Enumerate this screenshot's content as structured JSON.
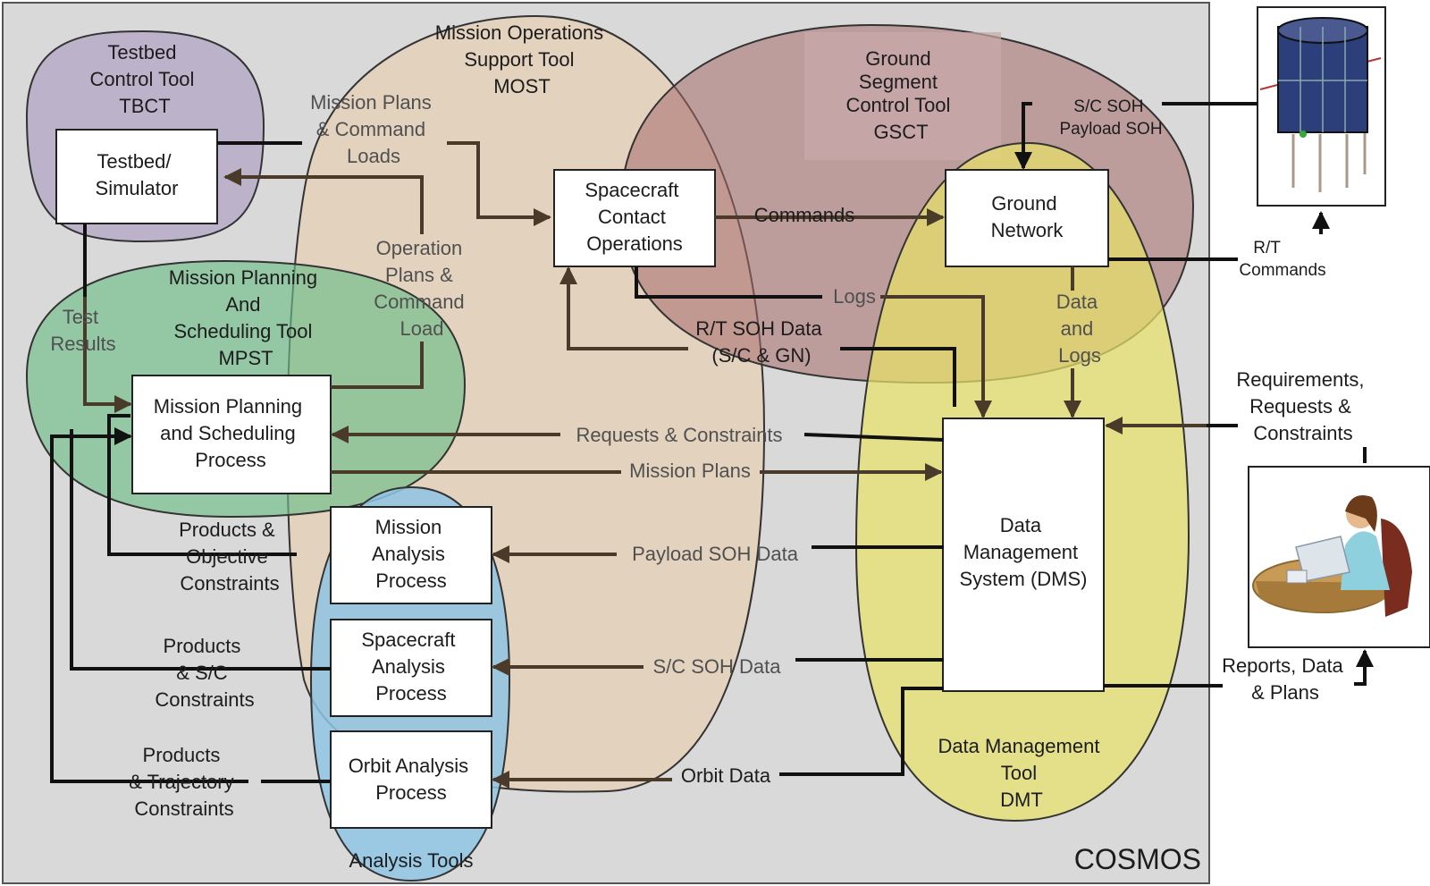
{
  "frame": {
    "label": "COSMOS"
  },
  "tools": {
    "tbct": [
      "Testbed",
      "Control Tool",
      "TBCT"
    ],
    "most": [
      "Mission Operations",
      "Support Tool",
      "MOST"
    ],
    "gsct": [
      "Ground",
      "Segment",
      "Control Tool",
      "GSCT"
    ],
    "mpst": [
      "Mission Planning",
      "And",
      "Scheduling Tool",
      "MPST"
    ],
    "analysis": [
      "Analysis Tools"
    ],
    "dmt": [
      "Data Management",
      "Tool",
      "DMT"
    ]
  },
  "processes": {
    "testbed_sim": [
      "Testbed/",
      "Simulator"
    ],
    "sc_contact": [
      "Spacecraft",
      "Contact",
      "Operations"
    ],
    "ground_network": [
      "Ground",
      "Network"
    ],
    "mps_process": [
      "Mission Planning",
      "and Scheduling",
      "Process"
    ],
    "mission_analysis": [
      "Mission",
      "Analysis",
      "Process"
    ],
    "sc_analysis": [
      "Spacecraft",
      "Analysis",
      "Process"
    ],
    "orbit_analysis": [
      "Orbit Analysis",
      "Process"
    ],
    "dms": [
      "Data",
      "Management",
      "System (DMS)"
    ]
  },
  "flows": {
    "mission_plans_cmd": [
      "Mission Plans",
      "& Command",
      "Loads"
    ],
    "operation_plans": [
      "Operation",
      "Plans &",
      "Command",
      "Load"
    ],
    "test_results": [
      "Test",
      "Results"
    ],
    "commands": [
      "Commands"
    ],
    "logs": [
      "Logs"
    ],
    "rt_soh": [
      "R/T SOH Data",
      "(S/C & GN)"
    ],
    "data_logs": [
      "Data",
      "and",
      "Logs"
    ],
    "sc_soh_payload": [
      "S/C SOH",
      "Payload SOH"
    ],
    "rt_commands": [
      "R/T",
      "Commands"
    ],
    "requests_constraints": [
      "Requests & Constraints"
    ],
    "mission_plans": [
      "Mission Plans"
    ],
    "payload_soh": [
      "Payload SOH Data"
    ],
    "sc_soh": [
      "S/C SOH Data"
    ],
    "orbit_data": [
      "Orbit Data"
    ],
    "products_objective": [
      "Products &",
      "Objective",
      "Constraints"
    ],
    "products_sc": [
      "Products",
      "& S/C",
      "Constraints"
    ],
    "products_traj": [
      "Products",
      "& Trajectory",
      "Constraints"
    ],
    "req_req_const": [
      "Requirements,",
      "Requests &",
      "Constraints"
    ],
    "reports": [
      "Reports, Data",
      "& Plans"
    ]
  }
}
